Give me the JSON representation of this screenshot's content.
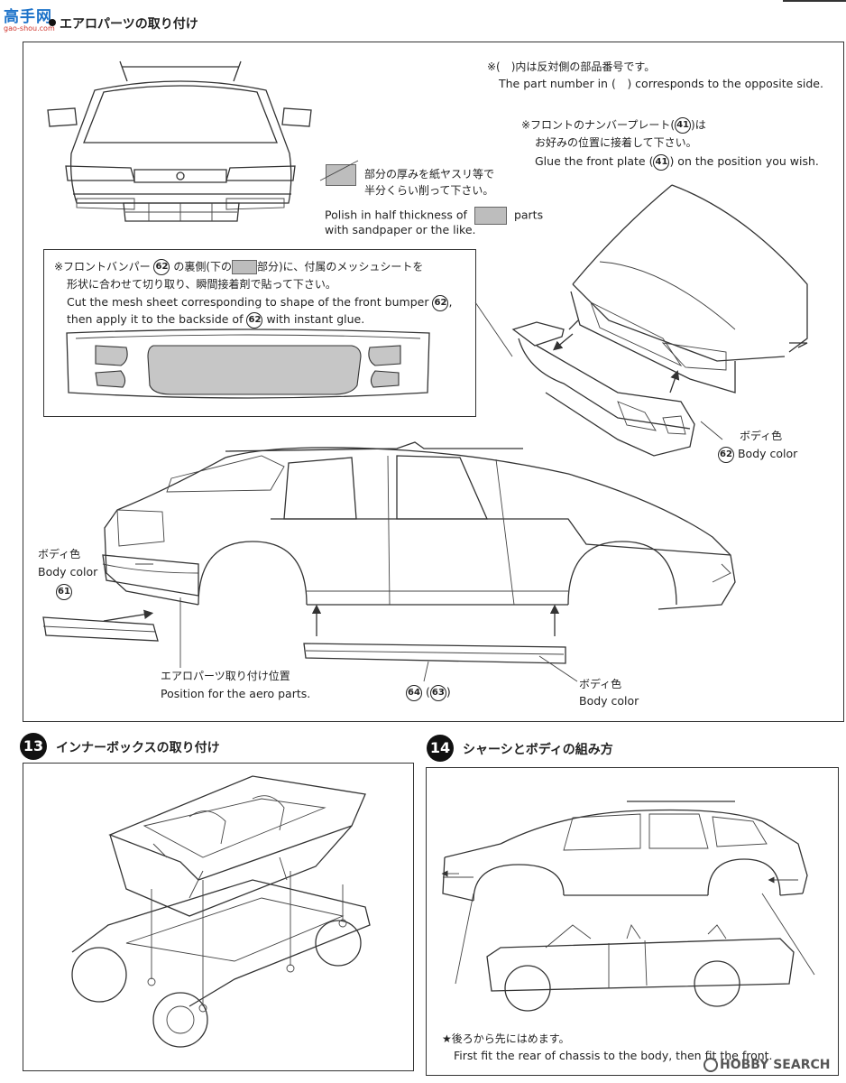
{
  "logo": {
    "main": "高手网",
    "sub": "gao-shou.com"
  },
  "section_aero": {
    "title": "エアロパーツの取り付け",
    "note_paren_jp": "※(　)内は反対側の部品番号です。",
    "note_paren_en": "The part number in (　) corresponds to the opposite side.",
    "note_plate_jp1_a": "※フロントのナンバープレート(",
    "note_plate_jp1_b": ")は",
    "note_plate_jp2": "お好みの位置に接着して下さい。",
    "note_plate_en_a": "Glue the front plate (",
    "note_plate_en_b": ") on the position you wish.",
    "plate_part": "41",
    "polish_jp1": "部分の厚みを紙ヤスリ等で",
    "polish_jp2": "半分くらい削って下さい。",
    "polish_en1_a": "Polish in half thickness of",
    "polish_en1_b": "parts",
    "polish_en2": "with sandpaper or the like.",
    "mesh_jp1_a": "※フロントバンパー",
    "mesh_jp1_b": "の裏側(下の",
    "mesh_jp1_c": "部分)に、付属のメッシュシートを",
    "mesh_jp2": "形状に合わせて切り取り、瞬間接着剤で貼って下さい。",
    "mesh_en1_a": "Cut the mesh sheet corresponding to shape of the front bumper",
    "mesh_en1_b": ",",
    "mesh_en2_a": "then apply it to the backside of",
    "mesh_en2_b": "with instant glue.",
    "bumper_part": "62",
    "front_color_jp": "ボディ色",
    "front_color_en": "Body color",
    "front_part": "62",
    "rear_color_jp": "ボディ色",
    "rear_color_en": "Body color",
    "rear_part": "61",
    "aero_pos_jp": "エアロパーツ取り付け位置",
    "aero_pos_en": "Position for the aero parts.",
    "side_part_a": "64",
    "side_part_b": "63",
    "side_color_jp": "ボディ色",
    "side_color_en": "Body color"
  },
  "step13": {
    "number": "13",
    "title": "インナーボックスの取り付け"
  },
  "step14": {
    "number": "14",
    "title": "シャーシとボディの組み方",
    "note_jp": "★後ろから先にはめます。",
    "note_en": "First fit the rear of chassis to the body, then fit the front."
  },
  "watermark": "HOBBY SEARCH"
}
